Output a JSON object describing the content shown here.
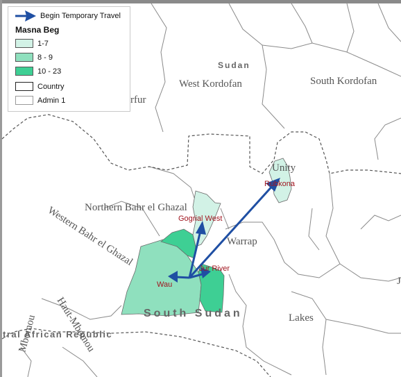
{
  "legend": {
    "arrow_label": "Begin Temporary Travel",
    "title": "Masna Beg",
    "classes": [
      {
        "label": "1-7",
        "color": "#d2f2e6"
      },
      {
        "label": "8 - 9",
        "color": "#8fe0be"
      },
      {
        "label": "10 - 23",
        "color": "#3ecf94"
      }
    ],
    "country_label": "Country",
    "admin1_label": "Admin 1"
  },
  "colors": {
    "flow_arrow": "#1f4fa3",
    "place_label": "#a0141e",
    "boundary": "#8a8a8a"
  },
  "regions": {
    "sudan": "Sudan",
    "west_kordofan": "West Kordofan",
    "south_kordofan": "South Kordofan",
    "darfur_fragment": "rfur",
    "unity": "Unity",
    "northern_bahr_el_ghazal": "Northern Bahr el Ghazal",
    "western_bahr_el_ghazal": "Western Bahr el Ghazal",
    "warrap": "Warrap",
    "lakes": "Lakes",
    "south_sudan": "South Sudan",
    "central_african_republic": "tral African Republic",
    "haut_mbomou": "Haut-Mbomou",
    "mbomou_fragment": "Mbomou",
    "edge_fragment": "J"
  },
  "places": {
    "rubkona": "Rubkona",
    "gogrial_west": "Gogrial West",
    "jur_river": "Jur River",
    "wau": "Wau"
  }
}
